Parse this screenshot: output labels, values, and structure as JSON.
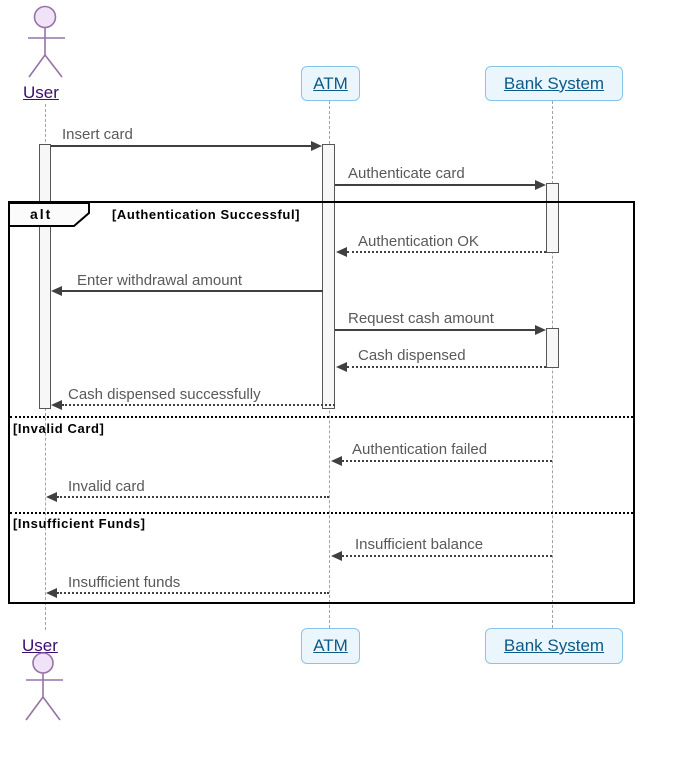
{
  "diagram": {
    "type": "uml-sequence",
    "participants": {
      "user": "User",
      "atm": "ATM",
      "bank": "Bank System"
    },
    "alt_frame": {
      "operator": "alt",
      "sections": [
        {
          "guard": "[Authentication Successful]"
        },
        {
          "guard": "[Invalid Card]"
        },
        {
          "guard": "[Insufficient Funds]"
        }
      ]
    },
    "messages": [
      {
        "label": "Insert card",
        "from": "User",
        "to": "ATM",
        "type": "solid"
      },
      {
        "label": "Authenticate card",
        "from": "ATM",
        "to": "Bank System",
        "type": "solid"
      },
      {
        "label": "Authentication OK",
        "from": "Bank System",
        "to": "ATM",
        "type": "dashed"
      },
      {
        "label": "Enter withdrawal amount",
        "from": "ATM",
        "to": "User",
        "type": "solid"
      },
      {
        "label": "Request cash amount",
        "from": "ATM",
        "to": "Bank System",
        "type": "solid"
      },
      {
        "label": "Cash dispensed",
        "from": "Bank System",
        "to": "ATM",
        "type": "dashed"
      },
      {
        "label": "Cash dispensed successfully",
        "from": "ATM",
        "to": "User",
        "type": "dashed"
      },
      {
        "label": "Authentication failed",
        "from": "Bank System",
        "to": "ATM",
        "type": "dashed"
      },
      {
        "label": "Invalid card",
        "from": "ATM",
        "to": "User",
        "type": "dashed"
      },
      {
        "label": "Insufficient balance",
        "from": "Bank System",
        "to": "ATM",
        "type": "dashed"
      },
      {
        "label": "Insufficient funds",
        "from": "ATM",
        "to": "User",
        "type": "dashed"
      }
    ],
    "colors": {
      "participant_fill": "#ebf6fc",
      "participant_border": "#86c5e8",
      "participant_text": "#0c5a87",
      "actor_stroke": "#9673a6",
      "actor_fill": "#f0e3f7",
      "actor_text": "#3a0d70",
      "message_text": "#595959",
      "arrow": "#404040",
      "lifeline": "#a3a3a3",
      "frame_border": "#000000"
    }
  }
}
